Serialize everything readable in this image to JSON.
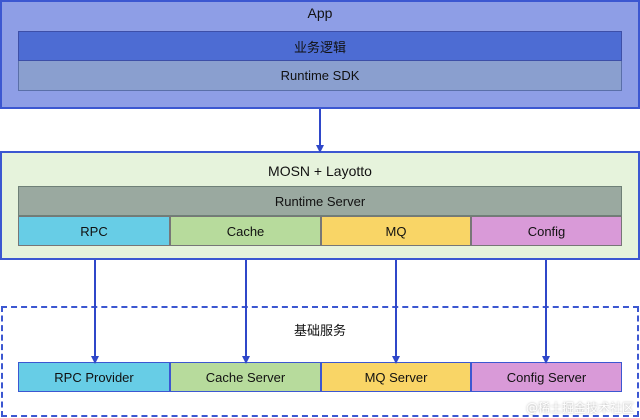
{
  "app": {
    "title": "App",
    "business_logic": "业务逻辑",
    "sdk": "Runtime SDK"
  },
  "mosn": {
    "title": "MOSN + Layotto",
    "runtime_server": "Runtime Server",
    "modules": [
      "RPC",
      "Cache",
      "MQ",
      "Config"
    ]
  },
  "base": {
    "title": "基础服务",
    "services": [
      "RPC Provider",
      "Cache Server",
      "MQ Server",
      "Config Server"
    ]
  },
  "watermark": "@稀土掘金技术社区",
  "colors": {
    "border_accent": "#3c57d1",
    "app_bg": "#8e9ee6",
    "rpc": "#67cde6",
    "cache": "#b7db9c",
    "mq": "#f9d566",
    "config": "#d99ad8"
  }
}
